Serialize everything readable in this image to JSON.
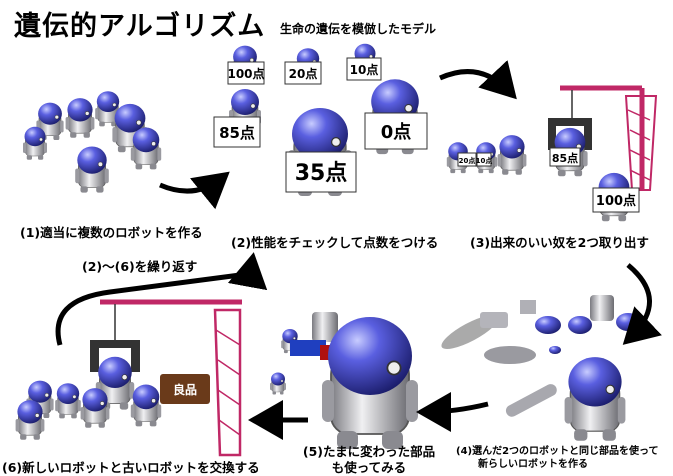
{
  "title": "遺伝的アルゴリズム",
  "subtitle": "生命の遺伝を模倣したモデル",
  "steps": {
    "s1": "(1)適当に複数のロボットを作る",
    "s2": "(2)性能をチェックして点数をつける",
    "s3": "(3)出来のいい奴を2つ取り出す",
    "s4_line1": "(4)選んだ2つのロボットと同じ部品を使って",
    "s4_line2": "新らしいロボットを作る",
    "s5_line1": "(5)たまに変わった部品",
    "s5_line2": "も使ってみる",
    "s6": "(6)新しいロボットと古いロボットを交換する",
    "repeat": "(2)～(6)を繰り返す"
  },
  "scores": {
    "a": "100点",
    "b": "20点",
    "c": "10点",
    "d": "85点",
    "e": "0点",
    "f": "35点",
    "sel_small1": "20点",
    "sel_small2": "10点",
    "sel_mid": "85点",
    "sel_top": "100点"
  },
  "crate_label": "良品",
  "colors": {
    "dome": "#3b3fc8",
    "body": "#c8c8cc",
    "crane": "#c02866",
    "box": "#6a3a1a"
  }
}
